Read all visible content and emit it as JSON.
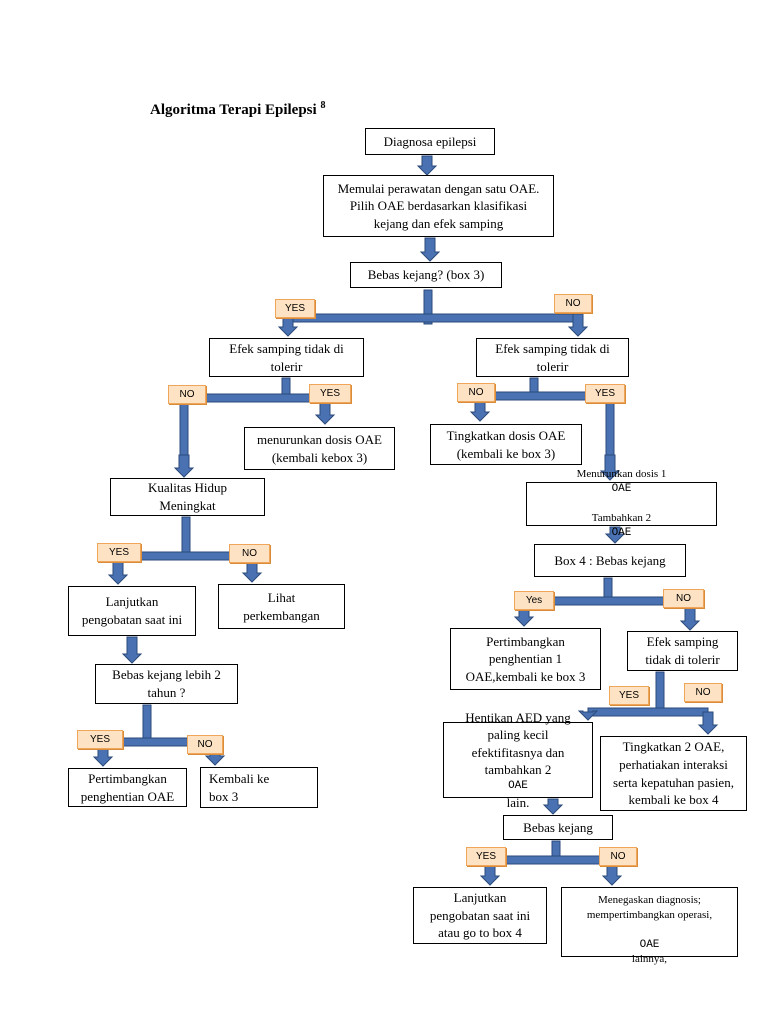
{
  "title": "Algoritma Terapi Epilepsi",
  "title_sup": "8",
  "colors": {
    "arrow_fill": "#4a72b2",
    "arrow_stroke": "#2b4a7a",
    "tag_fill": "#fde3c4",
    "tag_border": "#f0a65a"
  },
  "boxes": {
    "diagnosa": "Diagnosa epilepsi",
    "mulai": "Memulai perawatan dengan satu OAE.\nPilih OAE berdasarkan klasifikasi\nkejang dan efek samping",
    "bebas1": "Bebas kejang? (box 3)",
    "efek_l": "Efek samping tidak di\ntolerir",
    "efek_r": "Efek samping tidak di\ntolerir",
    "menurunkan": "menurunkan dosis OAE\n(kembali kebox 3)",
    "tingkatkan": "Tingkatkan dosis OAE\n(kembali ke box 3)",
    "kualitas": "Kualitas Hidup\nMeningkat",
    "menurunkan2_a": "Menurunkan dosis 1",
    "menurunkan2_b": "Tambahkan 2",
    "box4": "Box 4 : Bebas kejang",
    "lanjutkan1": "Lanjutkan\npengobatan saat ini",
    "lihat": "Lihat\nperkembangan",
    "pertimbangkan1": "Pertimbangkan\npenghentian 1\nOAE,kembali ke box 3",
    "efek3": "Efek samping\ntidak di tolerir",
    "bebas2th": "Bebas kejang lebih 2\ntahun ?",
    "hentikan_a": "Hentikan AED yang\npaling kecil\nefektifitasnya dan\ntambahkan 2",
    "hentikan_b": "lain.",
    "tingkatkan2": "Tingkatkan 2 OAE,\nperhatiakan interaksi\nserta kepatuhan pasien,\nkembali ke box 4",
    "pertimbangkan2": "Pertimbangkan\npenghentian OAE",
    "kembali": "Kembali     ke\nbox 3",
    "bebas3": "Bebas kejang",
    "lanjutkan2": "Lanjutkan\npengobatan saat ini\natau go to box 4",
    "menegaskan_a": "Menegaskan diagnosis;\nmempertimbangkan operasi,",
    "menegaskan_b": "lainnya,",
    "oae": "OAE"
  },
  "tags": {
    "yes1": "YES",
    "no1": "NO",
    "no_l": "NO",
    "yes_l": "YES",
    "no_r": "NO",
    "yes_r": "YES",
    "yes_k": "YES",
    "no_k": "NO",
    "yes_b4": "Yes",
    "no_b4": "NO",
    "yes_e3": "YES",
    "no_e3": "NO",
    "yes_2th": "YES",
    "no_2th": "NO",
    "yes_b3": "YES",
    "no_b3": "NO"
  }
}
